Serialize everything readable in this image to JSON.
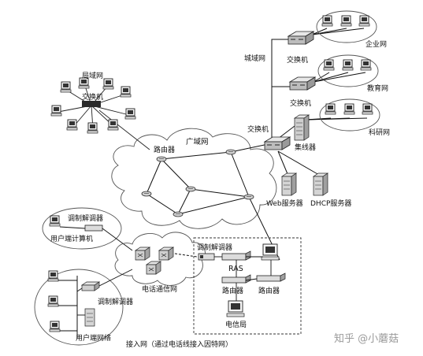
{
  "labels": {
    "lan_title": "局域网",
    "lan_switch": "交换机",
    "wan_title": "广域网",
    "router": "路由器",
    "metro": "城域网",
    "switch_1": "交换机",
    "switch_2": "交换机",
    "switch_3": "交换机",
    "hub": "集线器",
    "enterprise": "企业网",
    "education": "教育网",
    "research": "科研网",
    "web_server": "Web服务器",
    "dhcp_server": "DHCP服务器",
    "modem_top": "调制解调器",
    "user_pc": "用户端计算机",
    "phone_net": "电话通信网",
    "modem_rack": "调制解调器",
    "ras": "RAS",
    "router_left": "路由器",
    "router_right": "路由器",
    "telecom": "电信局",
    "modem_bottom": "调制解调器",
    "user_net": "用户端网络",
    "caption": "接入网（通过电话线接入因特网）",
    "watermark": "知乎 @小蘑菇"
  }
}
